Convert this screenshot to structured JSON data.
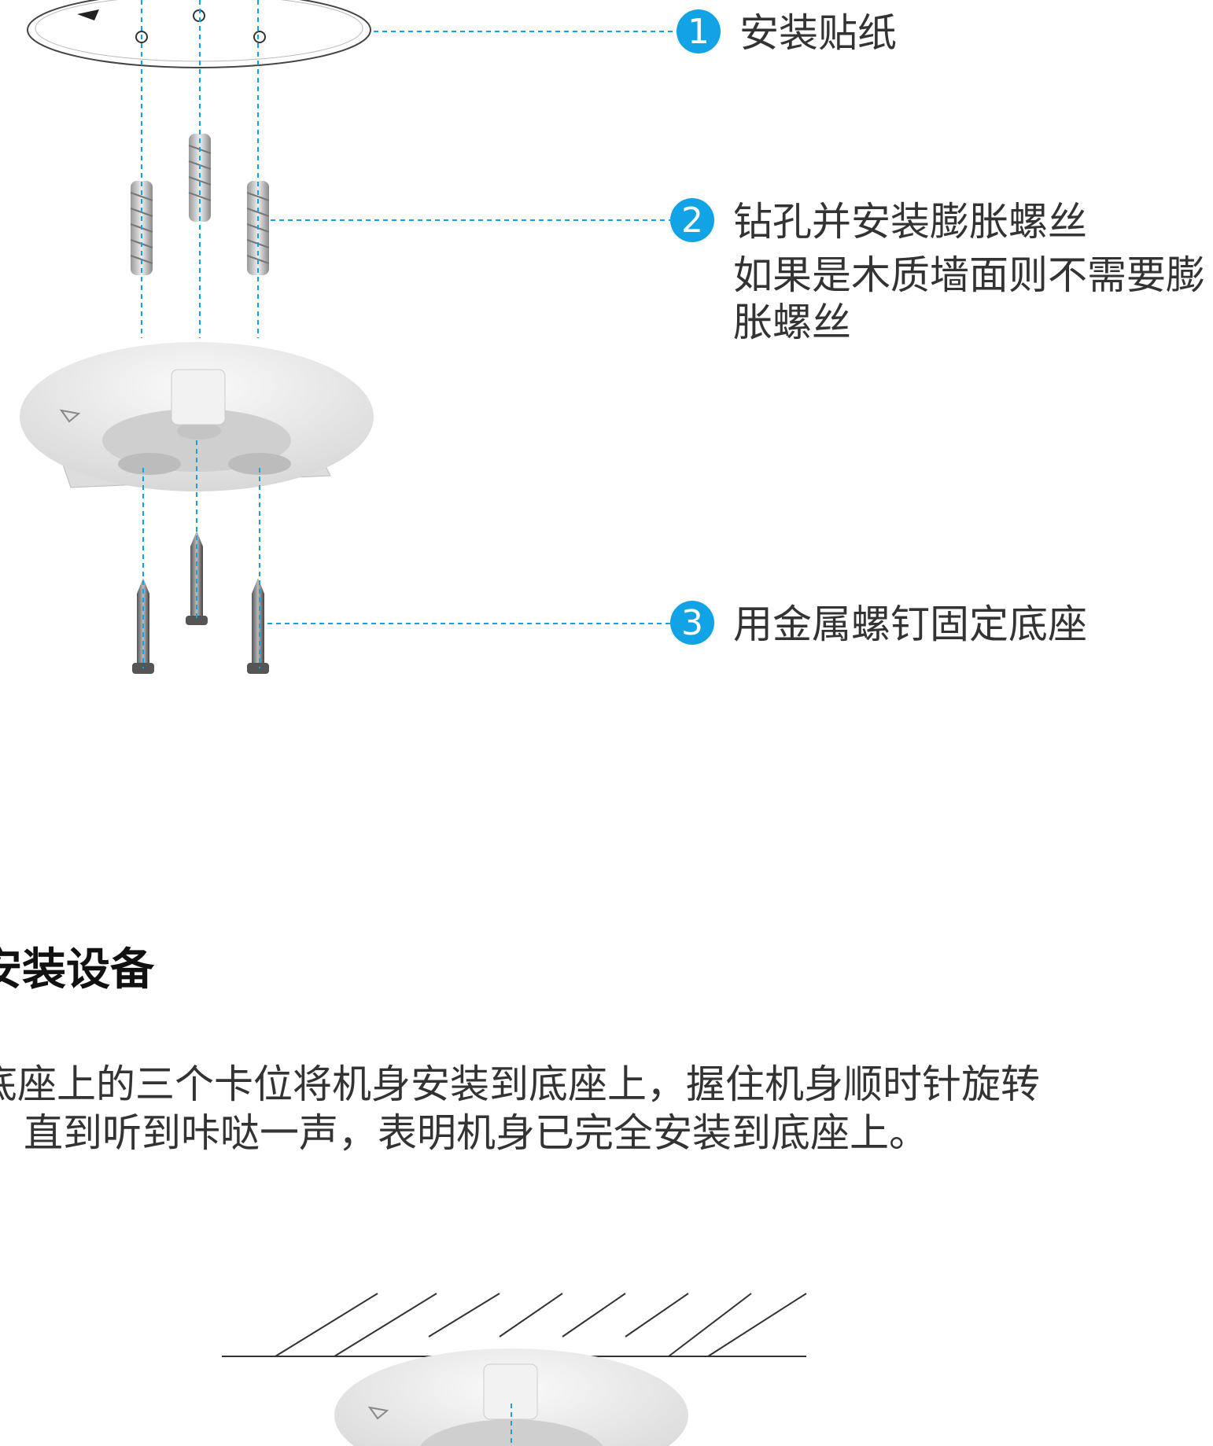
{
  "steps": [
    {
      "num": "1",
      "title": "安装贴纸",
      "subtitle": ""
    },
    {
      "num": "2",
      "title": "钻孔并安装膨胀螺丝",
      "subtitle": "如果是木质墙面则不需要膨胀螺丝"
    },
    {
      "num": "3",
      "title": "用金属螺钉固定底座",
      "subtitle": ""
    }
  ],
  "section": {
    "title": "安装设备"
  },
  "description": {
    "line1": "底座上的三个卡位将机身安装到底座上，握住机身顺时针旋转",
    "line2": "直到听到咔哒一声，表明机身已完全安装到底座上。"
  },
  "colors": {
    "accent": "#11a3e6",
    "text": "#333333"
  }
}
